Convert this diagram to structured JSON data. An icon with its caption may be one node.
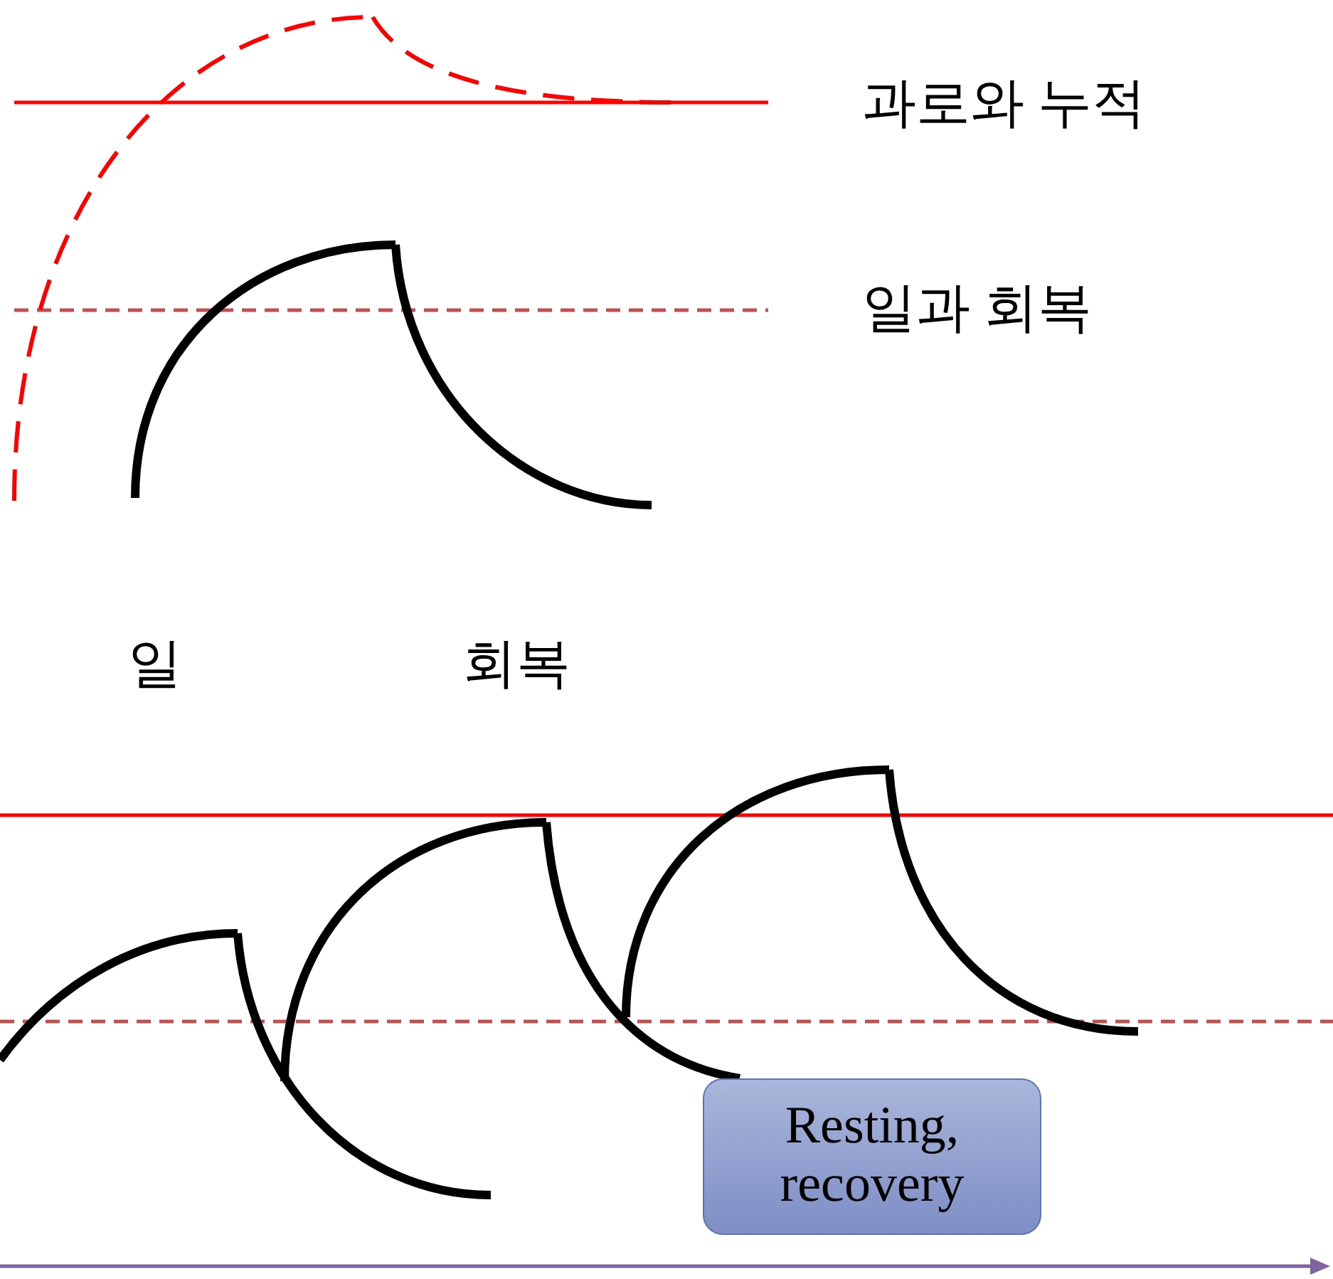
{
  "diagram": {
    "nodes": [
      {
        "text": [
          "Resting, recovery"
        ]
      }
    ],
    "edges": [],
    "labels": [
      "과로와 누적",
      "일과 회복",
      "일",
      "회복"
    ]
  }
}
